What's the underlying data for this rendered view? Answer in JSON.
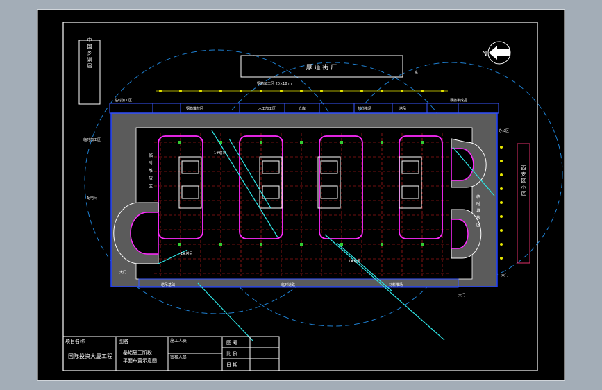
{
  "north_label": "N",
  "top_building": "厚 道 街 厂",
  "left_vertical": "中 国 乡 训 届",
  "right_vertical": "西 安 区 小 区",
  "title_block": {
    "project_name_label": "项目名称",
    "project_name_value": "国际投资大厦工程",
    "drawing_label": "图名",
    "drawing_line1": "基础施工阶段",
    "drawing_line2": "平面布置示意图",
    "cell_a": "施工人员",
    "cell_b": "审核人员",
    "fig_no_label": "图 号",
    "ratio_label": "比 例",
    "date_label": "日 期"
  },
  "notes": {
    "n_top1": "钢筋加工区 20×18 m",
    "n_top2": "临时加工区",
    "n_top3": "钢筋堆放区",
    "n_top4": "木工加工区",
    "n_top5": "仓库",
    "n_top6": "材料堆场",
    "n_top7": "钢筋半成品",
    "n_top8": "塔吊",
    "n_left1": "临时加工区",
    "n_left2": "配电间",
    "n_left3": "大门",
    "n_right1": "办公区",
    "n_right2": "大门",
    "n_bot1": "塔吊基础",
    "n_bot2": "临时道路",
    "n_bot3": "材料堆场",
    "n_bot4": "大门",
    "crane": "1#塔吊",
    "east_label": "东",
    "side_tags": [
      "临",
      "时",
      "堆",
      "放",
      "区"
    ]
  }
}
